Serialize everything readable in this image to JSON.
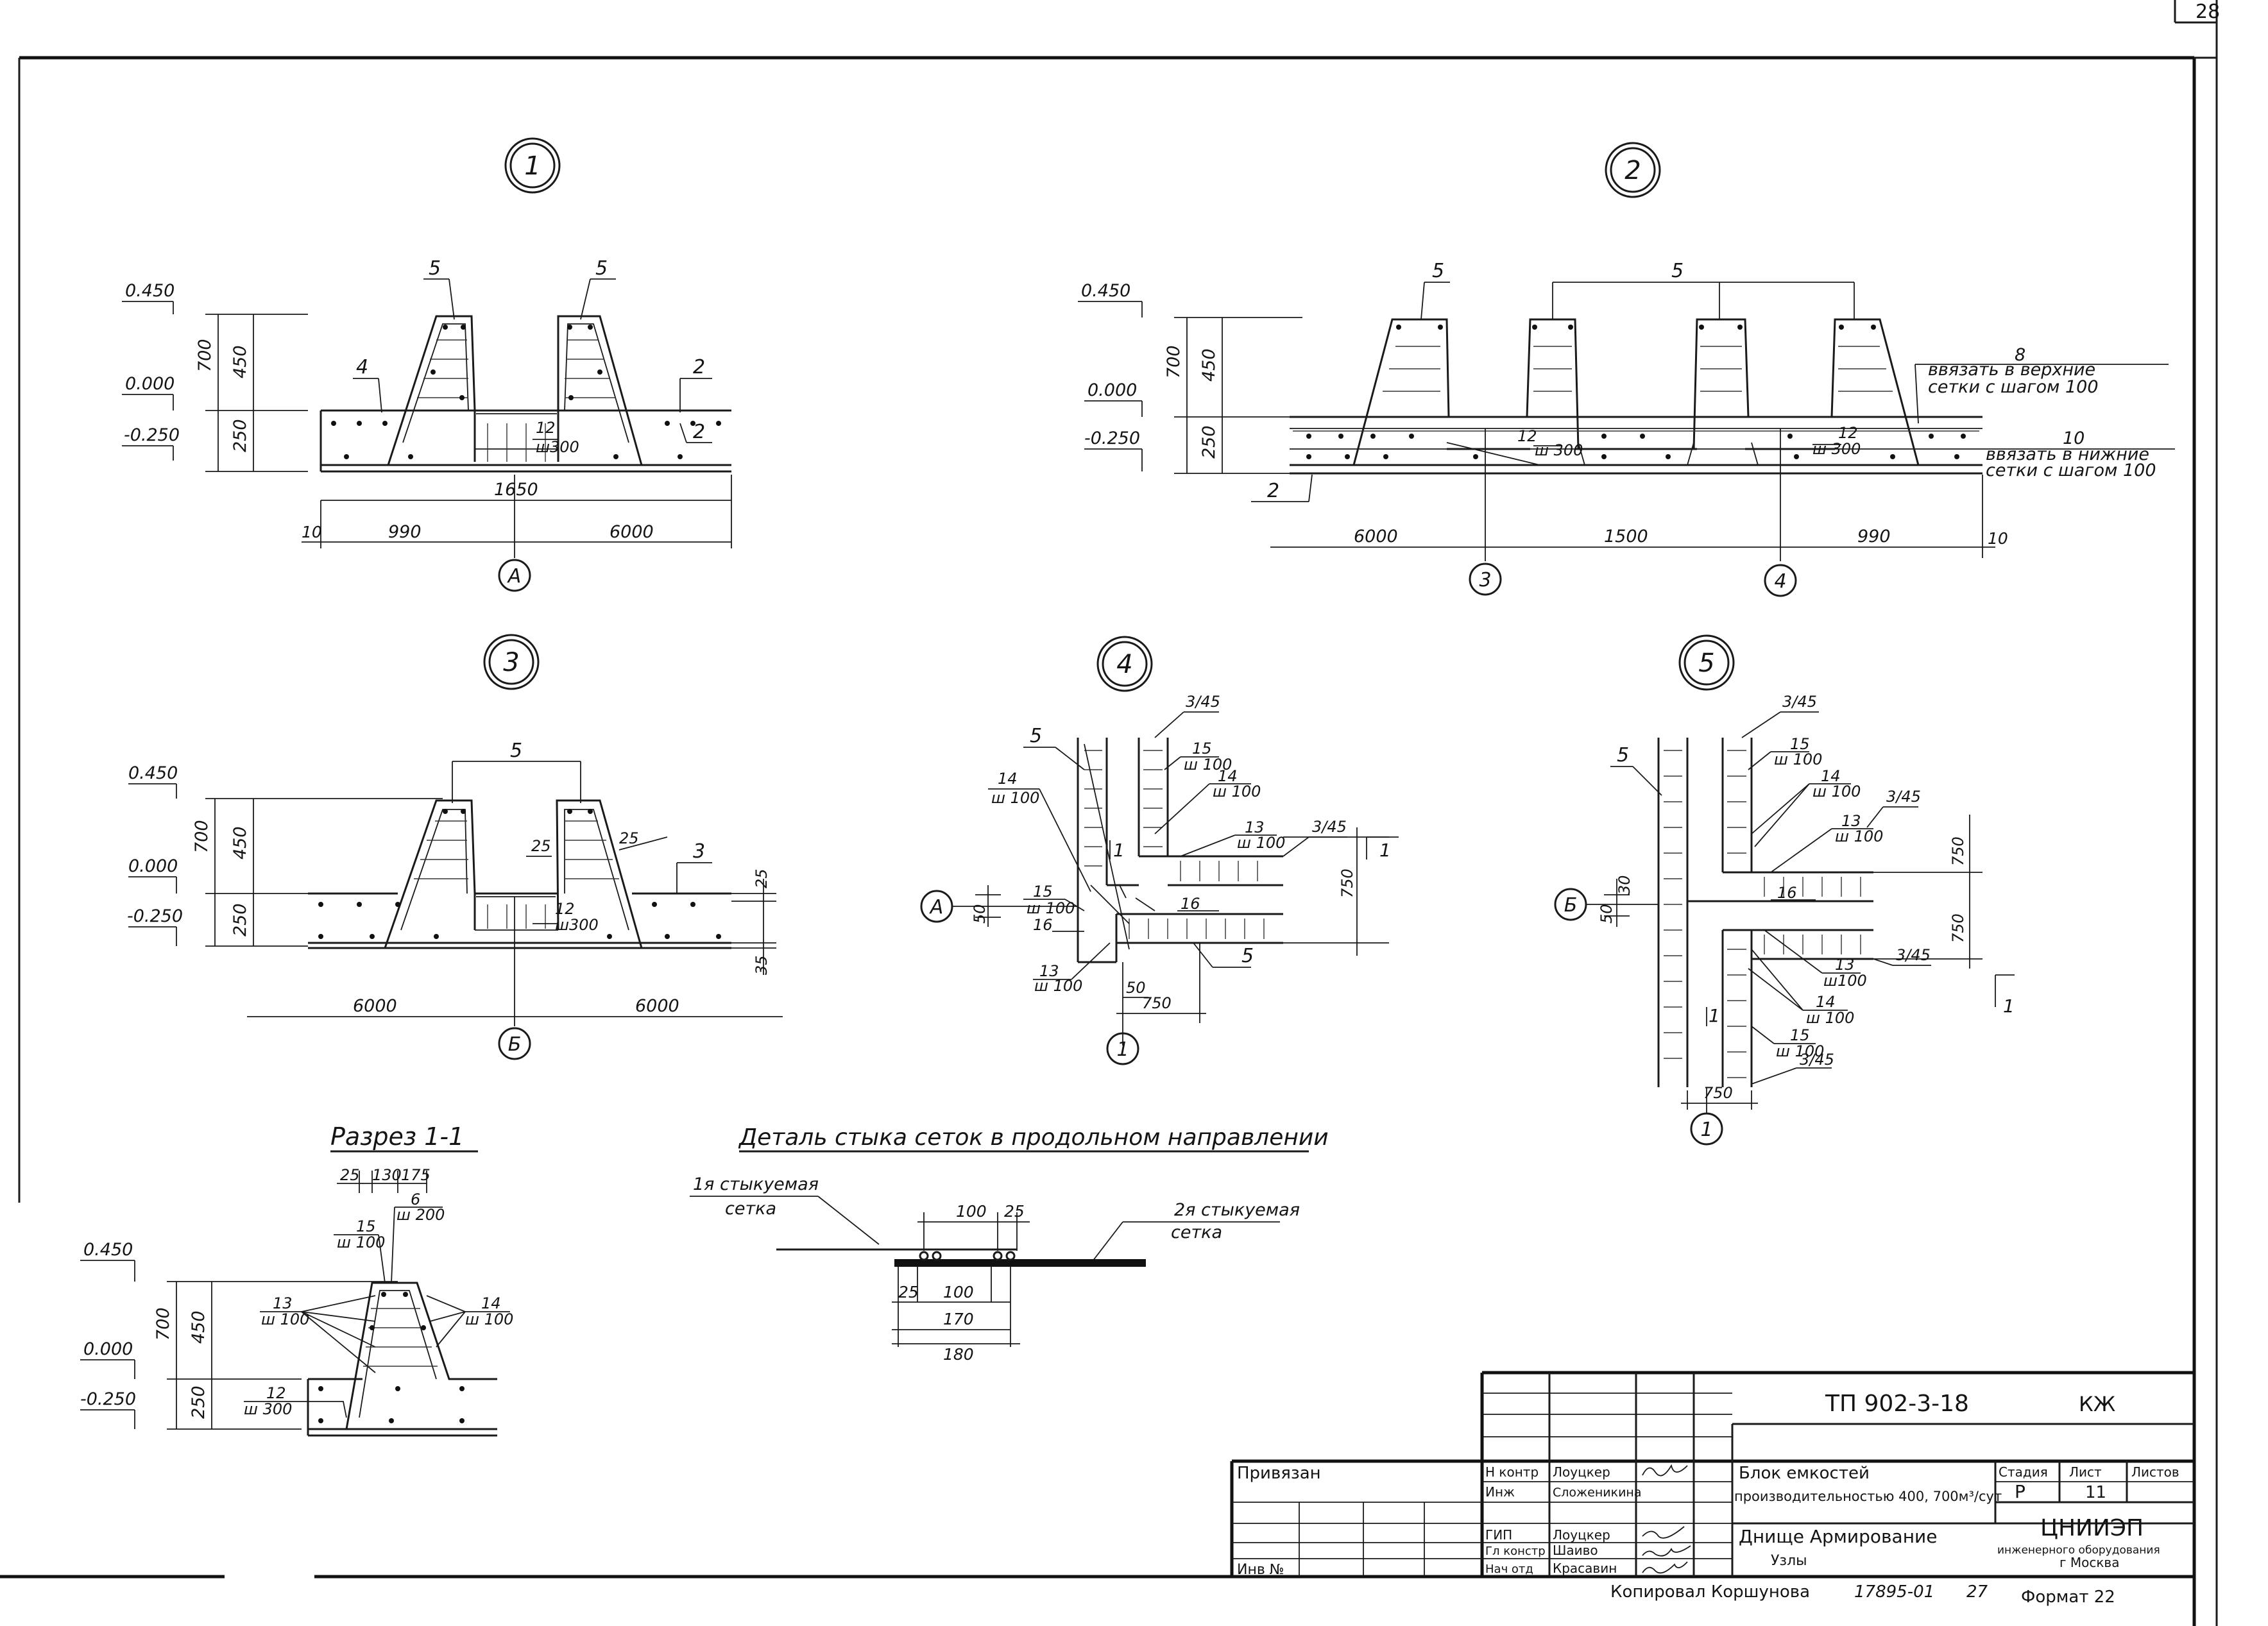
{
  "page_corner": "28",
  "node_1": {
    "id": "1",
    "lvl_top": "0.450",
    "lvl_mid": "0.000",
    "lvl_bot": "-0.250",
    "dim_700": "700",
    "dim_450": "450",
    "dim_250": "250",
    "label_5a": "5",
    "label_5b": "5",
    "label_4": "4",
    "label_2a": "2",
    "label_2b": "2",
    "label_12": "12",
    "label_w300": "ш300",
    "dim_1650": "1650",
    "dim_10": "10",
    "dim_990": "990",
    "dim_6000": "6000",
    "axis": "А"
  },
  "node_2": {
    "id": "2",
    "lvl_top": "0.450",
    "lvl_mid": "0.000",
    "lvl_bot": "-0.250",
    "dim_700": "700",
    "dim_450": "450",
    "dim_250": "250",
    "label_5a": "5",
    "label_5b": "5",
    "label_8": "8",
    "note_top_1": "ввязать в верхние",
    "note_top_2": "сетки с шагом 100",
    "label_10": "10",
    "note_bot_1": "ввязать в нижние",
    "note_bot_2": "сетки с шагом 100",
    "label_2": "2",
    "label_12a": "12",
    "label_w300a": "ш 300",
    "label_12b": "12",
    "label_w300b": "ш 300",
    "dim_6000": "6000",
    "dim_1500": "1500",
    "dim_990": "990",
    "dim_10": "10",
    "axis_3": "3",
    "axis_4": "4"
  },
  "node_3": {
    "id": "3",
    "lvl_top": "0.450",
    "lvl_mid": "0.000",
    "lvl_bot": "-0.250",
    "dim_700": "700",
    "dim_450": "450",
    "dim_250": "250",
    "label_5": "5",
    "label_25a": "25",
    "label_25b": "25",
    "label_3": "3",
    "dim_25": "25",
    "dim_35": "35",
    "label_12": "12",
    "label_w300": "ш300",
    "dim_6000a": "6000",
    "dim_6000b": "6000",
    "axis": "Б"
  },
  "node_4": {
    "id": "4",
    "label_5a": "5",
    "label_3_45a": "3/45",
    "label_15": "15",
    "label_w100a": "ш 100",
    "label_14a": "14",
    "label_w100b": "ш 100",
    "label_14b": "14",
    "label_w100c": "ш 100",
    "label_13a": "13",
    "label_w100d": "ш 100",
    "label_3_45b": "3/45",
    "label_1": "1",
    "dim_750v": "750",
    "axis_a": "А",
    "dim_50a": "50",
    "label_15b": "15",
    "label_w100e": "ш 100",
    "label_16a": "16",
    "label_16b": "16",
    "label_13b": "13",
    "label_w100f": "ш 100",
    "dim_50b": "50",
    "dim_750h": "750",
    "label_5b": "5",
    "axis_1": "1"
  },
  "node_5": {
    "id": "5",
    "label_5": "5",
    "label_3_45a": "3/45",
    "label_15a": "15",
    "label_w100a": "ш 100",
    "label_14a": "14",
    "label_w100b": "ш 100",
    "label_3_45b": "3/45",
    "label_13a": "13",
    "label_w100c": "ш 100",
    "dim_750a": "750",
    "dim_750b": "750",
    "label_1": "1",
    "axis_b": "Б",
    "dim_50": "50",
    "dim_30": "30",
    "label_16": "16",
    "label_3_45c": "3/45",
    "label_13b": "13",
    "label_w100d": "ш100",
    "label_14b": "14",
    "label_w100e": "ш 100",
    "label_15b": "15",
    "label_w100f": "ш 100",
    "label_3_45d": "3/45",
    "dim_750h": "750",
    "axis_1": "1"
  },
  "section_1_1": {
    "title": "Разрез 1-1",
    "dim_25": "25",
    "dim_130": "130",
    "dim_175": "175",
    "label_6": "6",
    "label_w200": "ш 200",
    "label_15": "15",
    "label_w100a": "ш 100",
    "label_13": "13",
    "label_w100b": "ш 100",
    "label_14": "14",
    "label_w100c": "ш 100",
    "lvl_top": "0.450",
    "lvl_mid": "0.000",
    "lvl_bot": "-0.250",
    "dim_700": "700",
    "dim_450": "450",
    "dim_250": "250",
    "label_12": "12",
    "label_w300": "ш 300"
  },
  "mesh_detail": {
    "title": "Деталь стыка сеток в продольном направлении",
    "mesh1_a": "1я стыкуемая",
    "mesh1_b": "сетка",
    "mesh2_a": "2я стыкуемая",
    "mesh2_b": "сетка",
    "dim_100a": "100",
    "dim_25a": "25",
    "dim_25b": "25",
    "dim_100b": "100",
    "dim_170": "170",
    "dim_180": "180"
  },
  "title_block": {
    "doc_code": "ТП 902-3-18",
    "sheet_mark": "КЖ",
    "privyazan": "Привязан",
    "inv_no": "Инв №",
    "role_1": "Н контр",
    "name_1": "Лоуцкер",
    "role_2": "Инж",
    "name_2": "Сложеникина",
    "role_3": "ГИП",
    "name_3": "Лоуцкер",
    "role_4": "Гл констр",
    "name_4": "Шаиво",
    "role_5": "Нач отд",
    "name_5": "Красавин",
    "project_1": "Блок емкостей",
    "project_2": "производительностью 400, 700м³/сут",
    "sheet_title_1": "Днище  Армирование",
    "sheet_title_2": "Узлы",
    "hdr_stage": "Стадия",
    "hdr_sheet": "Лист",
    "hdr_sheets": "Листов",
    "stage": "Р",
    "sheet_no": "11",
    "org_1": "ЦНИИЭП",
    "org_2": "инженерного оборудования",
    "org_3": "г Москва",
    "copied": "Копировал  Коршунова",
    "inv_code": "17895-01",
    "page": "27",
    "format": "Формат 22"
  }
}
